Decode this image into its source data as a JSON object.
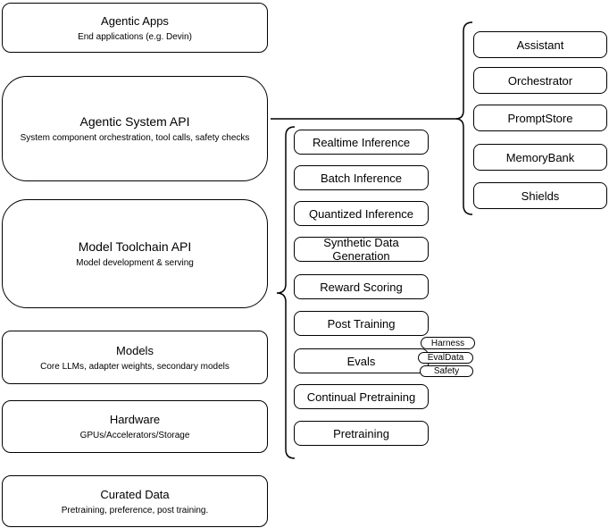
{
  "diagram": {
    "colors": {
      "background": "#ffffff",
      "stroke": "#000000",
      "text": "#000000",
      "fill": "#ffffff"
    },
    "left_stack": [
      {
        "title": "Agentic Apps",
        "subtitle": "End applications (e.g. Devin)"
      },
      {
        "title": "Agentic System API",
        "subtitle": "System component orchestration, tool calls, safety checks"
      },
      {
        "title": "Model Toolchain API",
        "subtitle": "Model development & serving"
      },
      {
        "title": "Models",
        "subtitle": "Core LLMs, adapter weights, secondary models"
      },
      {
        "title": "Hardware",
        "subtitle": "GPUs/Accelerators/Storage"
      },
      {
        "title": "Curated Data",
        "subtitle": "Pretraining, preference, post training."
      }
    ],
    "toolchain_items": [
      "Realtime Inference",
      "Batch Inference",
      "Quantized Inference",
      "Synthetic Data Generation",
      "Reward Scoring",
      "Post Training",
      "Evals",
      "Continual Pretraining",
      "Pretraining"
    ],
    "eval_pills": [
      "Harness",
      "EvalData",
      "Safety"
    ],
    "system_components": [
      "Assistant",
      "Orchestrator",
      "PromptStore",
      "MemoryBank",
      "Shields"
    ]
  }
}
